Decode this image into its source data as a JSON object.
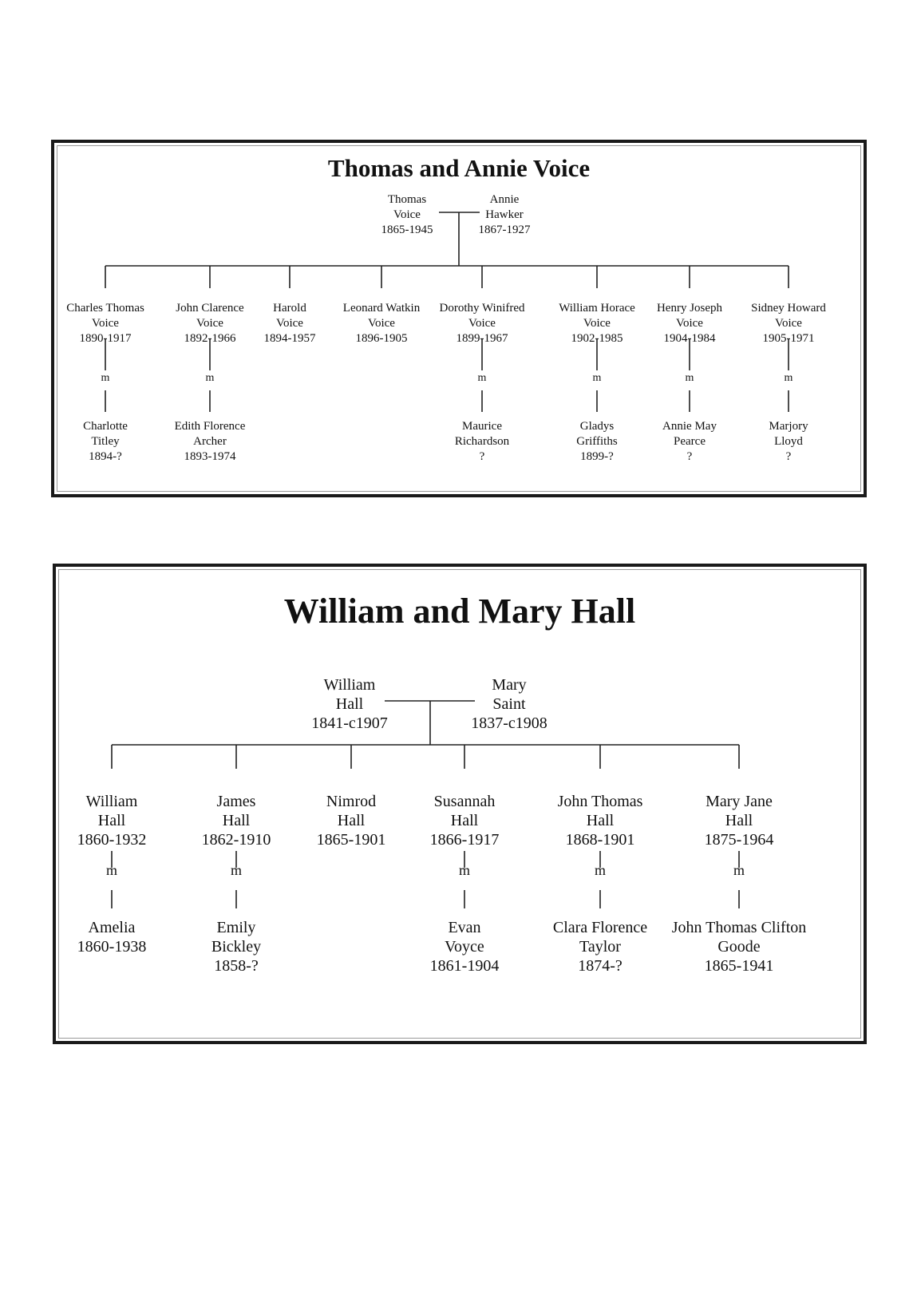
{
  "chart1": {
    "title": "Thomas and Annie Voice",
    "parents": [
      {
        "lines": [
          "Thomas",
          "Voice",
          "1865-1945"
        ]
      },
      {
        "lines": [
          "Annie",
          "Hawker",
          "1867-1927"
        ]
      }
    ],
    "children": [
      {
        "lines": [
          "Charles Thomas",
          "Voice",
          "1890-1917"
        ],
        "marker": "m",
        "spouse": [
          "Charlotte",
          "Titley",
          "1894-?"
        ]
      },
      {
        "lines": [
          "John Clarence",
          "Voice",
          "1892-1966"
        ],
        "marker": "m",
        "spouse": [
          "Edith Florence",
          "Archer",
          "1893-1974"
        ]
      },
      {
        "lines": [
          "Harold",
          "Voice",
          "1894-1957"
        ]
      },
      {
        "lines": [
          "Leonard Watkin",
          "Voice",
          "1896-1905"
        ]
      },
      {
        "lines": [
          "Dorothy Winifred",
          "Voice",
          "1899-1967"
        ],
        "marker": "m",
        "spouse": [
          "Maurice",
          "Richardson",
          "?"
        ]
      },
      {
        "lines": [
          "William Horace",
          "Voice",
          "1902-1985"
        ],
        "marker": "m",
        "spouse": [
          "Gladys",
          "Griffiths",
          "1899-?"
        ]
      },
      {
        "lines": [
          "Henry Joseph",
          "Voice",
          "1904-1984"
        ],
        "marker": "m",
        "spouse": [
          "Annie May",
          "Pearce",
          "?"
        ]
      },
      {
        "lines": [
          "Sidney Howard",
          "Voice",
          "1905-1971"
        ],
        "marker": "m",
        "spouse": [
          "Marjory",
          "Lloyd",
          "?"
        ]
      }
    ]
  },
  "chart2": {
    "title": "William and Mary Hall",
    "parents": [
      {
        "lines": [
          "William",
          "Hall",
          "1841-c1907"
        ]
      },
      {
        "lines": [
          "Mary",
          "Saint",
          "1837-c1908"
        ]
      }
    ],
    "children": [
      {
        "lines": [
          "William",
          "Hall",
          "1860-1932"
        ],
        "marker": "m",
        "spouse": [
          "Amelia",
          "1860-1938"
        ]
      },
      {
        "lines": [
          "James",
          "Hall",
          "1862-1910"
        ],
        "marker": "m",
        "spouse": [
          "Emily",
          "Bickley",
          "1858-?"
        ]
      },
      {
        "lines": [
          "Nimrod",
          "Hall",
          "1865-1901"
        ]
      },
      {
        "lines": [
          "Susannah",
          "Hall",
          "1866-1917"
        ],
        "marker": "m",
        "spouse": [
          "Evan",
          "Voyce",
          "1861-1904"
        ]
      },
      {
        "lines": [
          "John Thomas",
          "Hall",
          "1868-1901"
        ],
        "marker": "m",
        "spouse": [
          "Clara Florence",
          "Taylor",
          "1874-?"
        ]
      },
      {
        "lines": [
          "Mary Jane",
          "Hall",
          "1875-1964"
        ],
        "marker": "m",
        "spouse": [
          "John Thomas Clifton",
          "Goode",
          "1865-1941"
        ]
      }
    ]
  }
}
